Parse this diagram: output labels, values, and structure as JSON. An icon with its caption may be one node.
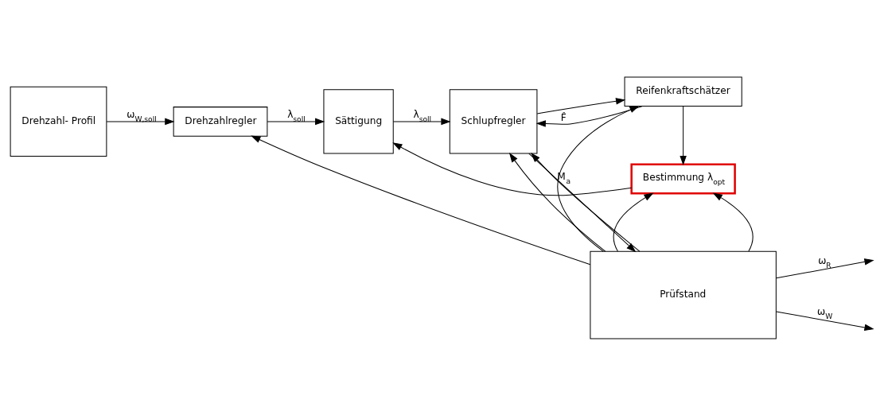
{
  "diagram": {
    "nodes": [
      {
        "text": [
          "Drehzahl- Profil"
        ]
      },
      {
        "text": [
          "Drehzahlregler"
        ]
      },
      {
        "text": [
          "Sättigung"
        ]
      },
      {
        "text": [
          "Bestimmung λ$_{opt}$"
        ]
      },
      {
        "text": [
          "Reifenkraftschätzer"
        ]
      },
      {
        "text": [
          "Schlupfregler"
        ]
      },
      {
        "text": [
          "Prüfstand"
        ]
      }
    ],
    "edges": [
      {
        "from": 0,
        "to": 1,
        "arrow": "to",
        "label": "ω$_{W,soll}$"
      },
      {
        "from": 1,
        "to": 2,
        "arrow": "to",
        "label": "λ$_{soll}$"
      },
      {
        "from": 2,
        "to": 5,
        "arrow": "to",
        "label": "λ$_{soll}$"
      },
      {
        "from": 3,
        "to": 2,
        "arrow": "to"
      },
      {
        "from": 4,
        "to": 3,
        "arrow": "to"
      },
      {
        "from": 4,
        "to": 5,
        "arrow": "to",
        "label": "F̂"
      },
      {
        "from": 5,
        "to": 6,
        "arrow": "to",
        "label": "M$_{a}$"
      },
      {
        "from": 5,
        "to": 4,
        "arrow": "to"
      },
      {
        "from": 6,
        "to": null,
        "arrow": "to",
        "label": "ω$_{R}$"
      },
      {
        "from": 6,
        "to": 3,
        "arrow": "to"
      },
      {
        "from": 6,
        "to": 5,
        "arrow": "to"
      },
      {
        "from": 6,
        "to": null,
        "arrow": "to",
        "label": "ω$_{W}$"
      },
      {
        "from": 6,
        "to": 3,
        "arrow": "to"
      },
      {
        "from": 6,
        "to": 4,
        "arrow": "to"
      },
      {
        "from": 6,
        "to": 5,
        "arrow": "to"
      },
      {
        "from": 6,
        "to": 1,
        "arrow": "to"
      }
    ]
  }
}
